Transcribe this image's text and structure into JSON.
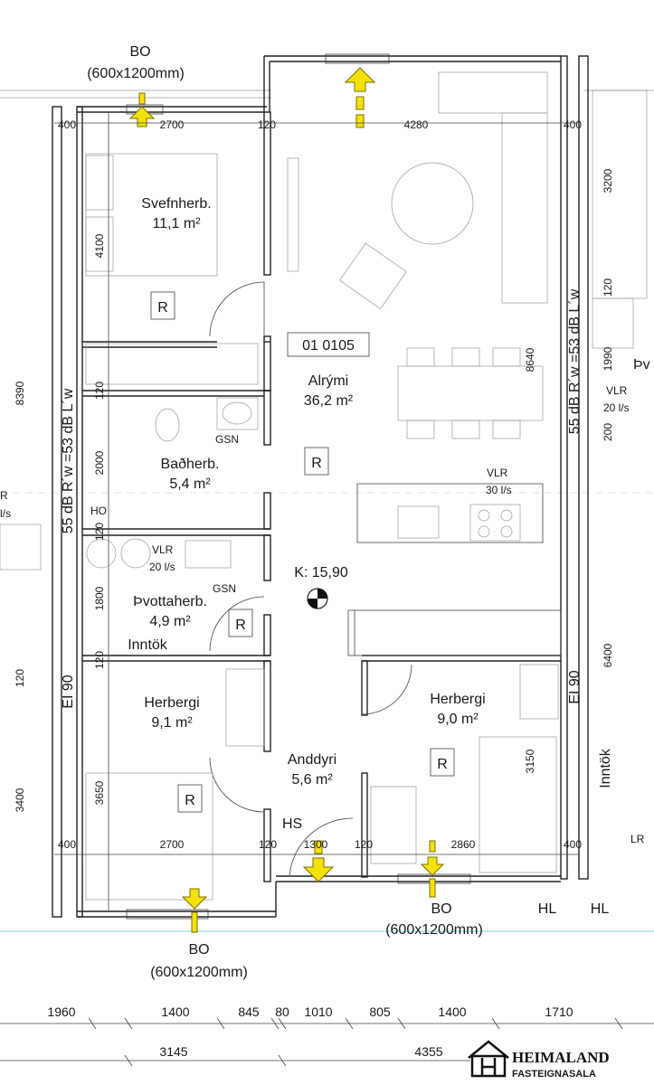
{
  "unit_number": "01 0105",
  "rooms": {
    "svefnherb": {
      "name": "Svefnherb.",
      "area": "11,1 m²"
    },
    "alrymi": {
      "name": "Alrými",
      "area": "36,2 m²"
    },
    "badherb": {
      "name": "Baðherb.",
      "area": "5,4 m²"
    },
    "thvottaherb": {
      "name": "Þvottaherb.",
      "area": "4,9 m²",
      "extra": "Inntök"
    },
    "herbergi_left": {
      "name": "Herbergi",
      "area": "9,1 m²"
    },
    "herbergi_right": {
      "name": "Herbergi",
      "area": "9,0 m²"
    },
    "anddyri": {
      "name": "Anddyri",
      "area": "5,6 m²"
    }
  },
  "r_marker": "R",
  "bo_label": "BO",
  "bo_size": "(600x1200mm)",
  "elevation": "K: 15,90",
  "labels": {
    "gsn": "GSN",
    "ho": "HO",
    "hs": "HS",
    "hl": "HL",
    "lr": "LR",
    "vlr": "VLR",
    "vlr_20": "20 l/s",
    "vlr_30": "30 l/s",
    "inntok": "Inntök",
    "thv_partial": "Þv",
    "r_partial": "R",
    "ls_partial": "l/s",
    "wall_sound": "55 dB R´w =53 dB L´w",
    "ei90": "EI 90"
  },
  "dims": {
    "d400": "400",
    "d2700": "2700",
    "d120": "120",
    "d4280": "4280",
    "d4100": "4100",
    "d2000": "2000",
    "d1800": "1800",
    "d3650": "3650",
    "d8640": "8640",
    "d3150": "3150",
    "d1300": "1300",
    "d2860": "2860",
    "d8390": "8390",
    "d3400": "3400",
    "d3200": "3200",
    "d1990": "1990",
    "d200": "200",
    "d6400": "6400"
  },
  "bottom_dims_row1": [
    "1960",
    "1400",
    "845",
    "80",
    "1010",
    "805",
    "1400",
    "1710"
  ],
  "bottom_dims_row2": [
    "3145",
    "4355"
  ],
  "logo": {
    "name": "HEIMALAND",
    "sub": "FASTEIGNASALA"
  },
  "colors": {
    "arrow_yellow": "#f4e10a",
    "line": "#222222",
    "grid": "#c8c8c8"
  }
}
